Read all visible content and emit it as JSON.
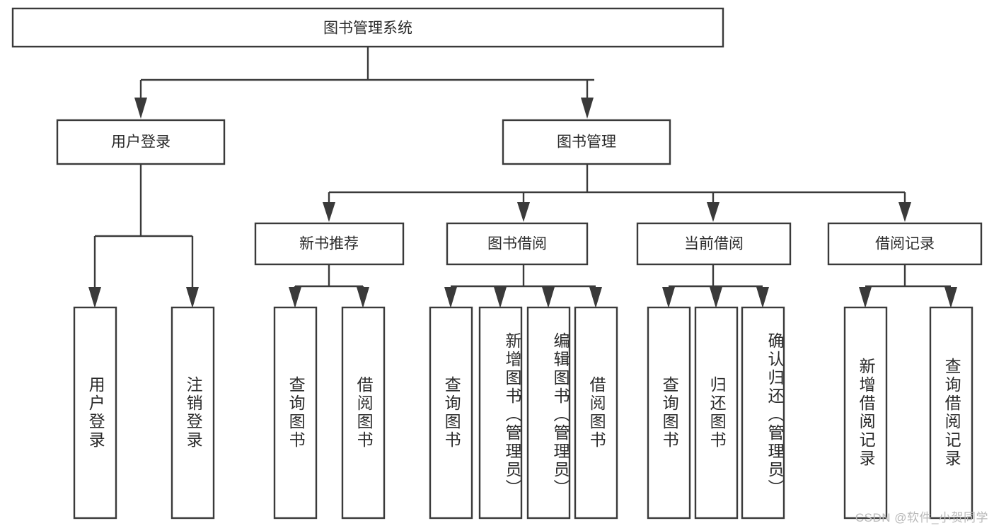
{
  "diagram": {
    "title": "图书管理系统",
    "watermark": "CSDN @软件_小贺同学",
    "colors": {
      "stroke": "#3a3a3a",
      "box_fill": "#ffffff",
      "text": "#2b2b2b",
      "background": "#ffffff",
      "watermark_text": "#b9b9b9"
    },
    "root": {
      "label": "图书管理系统"
    },
    "level2": [
      {
        "label": "用户登录"
      },
      {
        "label": "图书管理"
      }
    ],
    "level3": [
      {
        "label": "新书推荐"
      },
      {
        "label": "图书借阅"
      },
      {
        "label": "当前借阅"
      },
      {
        "label": "借阅记录"
      }
    ],
    "leaves": {
      "user_login": [
        {
          "label": "用户登录"
        },
        {
          "label": "注销登录"
        }
      ],
      "new_book_recommend": [
        {
          "label": "查询图书"
        },
        {
          "label": "借阅图书"
        }
      ],
      "book_borrow": [
        {
          "label": "查询图书"
        },
        {
          "label": "新增图书（管理员）"
        },
        {
          "label": "编辑图书（管理员）"
        },
        {
          "label": "借阅图书"
        }
      ],
      "current_borrow": [
        {
          "label": "查询图书"
        },
        {
          "label": "归还图书"
        },
        {
          "label": "确认归还（管理员）"
        }
      ],
      "borrow_records": [
        {
          "label": "新增借阅记录"
        },
        {
          "label": "查询借阅记录"
        }
      ]
    }
  }
}
